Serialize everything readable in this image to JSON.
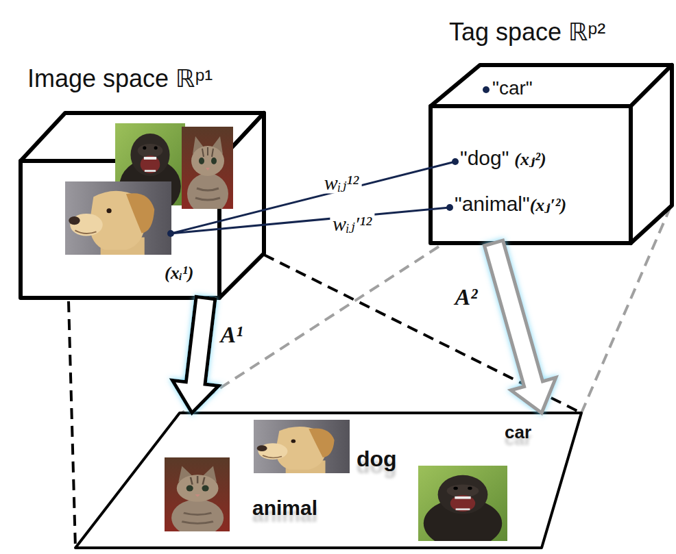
{
  "diagram": {
    "nodes": [
      {
        "text": [
          "Image space ℝᵖ¹"
        ]
      },
      {
        "text": [
          "(xᵢ¹)"
        ],
        "in": 0
      },
      {
        "text": [
          "Tag space ℝᵖ²"
        ]
      },
      {
        "text": [
          "\"car\""
        ],
        "in": 2
      },
      {
        "text": [
          "\"dog\"",
          "(xⱼ²)"
        ],
        "in": 2
      },
      {
        "text": [
          "\"animal\"",
          "(xⱼ′²)"
        ],
        "in": 2
      },
      {
        "text": [
          "dog",
          "animal",
          "car"
        ]
      }
    ],
    "edges": [
      {
        "from": 1,
        "to": 4,
        "label": "wᵢⱼ¹²",
        "arrow": "none"
      },
      {
        "from": 1,
        "to": 5,
        "label": "wᵢⱼ′¹²",
        "arrow": "none"
      },
      {
        "from": 0,
        "to": 6,
        "label": "A¹",
        "arrow": "to"
      },
      {
        "from": 2,
        "to": 6,
        "label": "A²",
        "arrow": "to"
      }
    ]
  }
}
